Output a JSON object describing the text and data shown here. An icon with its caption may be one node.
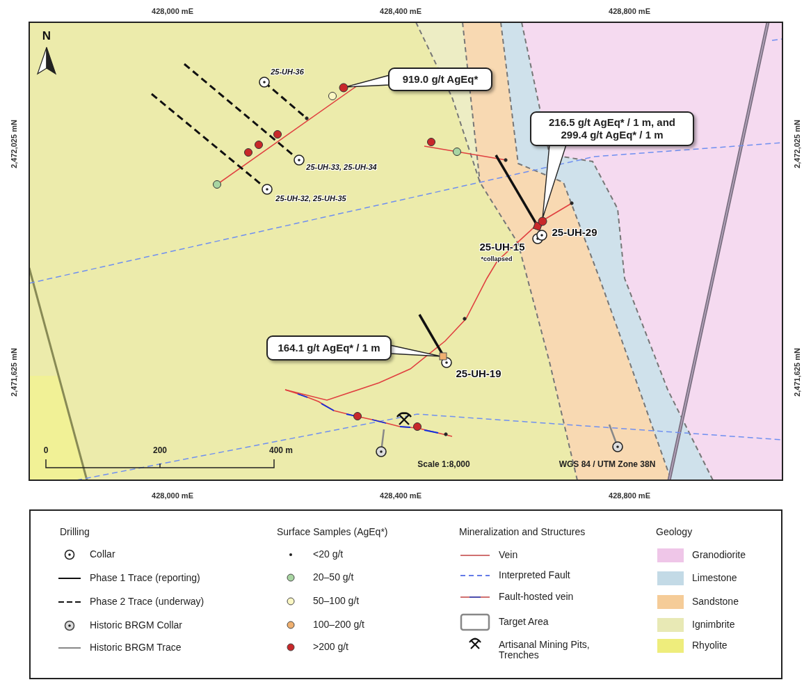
{
  "diagram": {
    "nodes": [
      {
        "text": [
          "919.0 g/t AgEq*"
        ]
      },
      {
        "text": [],
        "shape": "circle"
      },
      {
        "text": [
          "216.5 g/t AgEq* / 1 m, and 299.4 g/t AgEq* / 1 m"
        ]
      },
      {
        "text": [],
        "shape": "circle"
      },
      {
        "text": [
          "164.1 g/t AgEq* / 1 m"
        ]
      },
      {
        "text": [],
        "shape": "box"
      }
    ],
    "edges": [
      {
        "from": 0,
        "to": 1,
        "arrow": "none"
      },
      {
        "from": 2,
        "to": 3,
        "arrow": "none"
      },
      {
        "from": 4,
        "to": 5,
        "arrow": "none"
      }
    ],
    "labels": [
      "N",
      "428,000 mE",
      "428,400 mE",
      "428,800 mE",
      "2,472,025 mN",
      "2,472,025 mN",
      "25-UH-36",
      "25-UH-33, 25-UH-34",
      "25-UH-32, 25-UH-35",
      "25-UH-29",
      "25-UH-15",
      "*collapsed",
      "2,471,625 mN",
      "2,471,625 mN",
      "25-UH-19",
      "0",
      "200",
      "400 m",
      "Scale 1:8,000",
      "WGS 84 / UTM Zone 38N",
      "428,000 mE",
      "428,400 mE",
      "428,800 mE",
      "Drilling",
      "Surface Samples (AgEq*)",
      "Mineralization and Structures",
      "Geology"
    ],
    "legend": [
      {
        "text": "Collar"
      },
      {
        "text": "Phase 1 Trace (reporting)"
      },
      {
        "text": "Phase 2 Trace (underway)"
      },
      {
        "text": "Historic BRGM Collar"
      },
      {
        "text": "Historic BRGM Trace"
      },
      {
        "text": "<20 g/t",
        "color": "#222222"
      },
      {
        "text": "20–50 g/t",
        "color": "#a8d5a2"
      },
      {
        "text": "50–100 g/t",
        "color": "#fbf7c4"
      },
      {
        "text": "100–200 g/t",
        "color": "#f0b070"
      },
      {
        "text": ">200 g/t",
        "color": "#c8282a"
      },
      {
        "text": "Vein"
      },
      {
        "text": "Interpreted Fault"
      },
      {
        "text": "Fault-hosted vein"
      },
      {
        "text": "Target Area"
      },
      {
        "text": "Artisanal Mining Pits, Trenches"
      },
      {
        "text": "Granodiorite",
        "color": "#efc6e8"
      },
      {
        "text": "Limestone",
        "color": "#c3dae6"
      },
      {
        "text": "Sandstone",
        "color": "#f5cc98"
      },
      {
        "text": "Ignimbrite",
        "color": "#e8e9b5"
      },
      {
        "text": "Rhyolite",
        "color": "#eeed7c"
      }
    ]
  }
}
